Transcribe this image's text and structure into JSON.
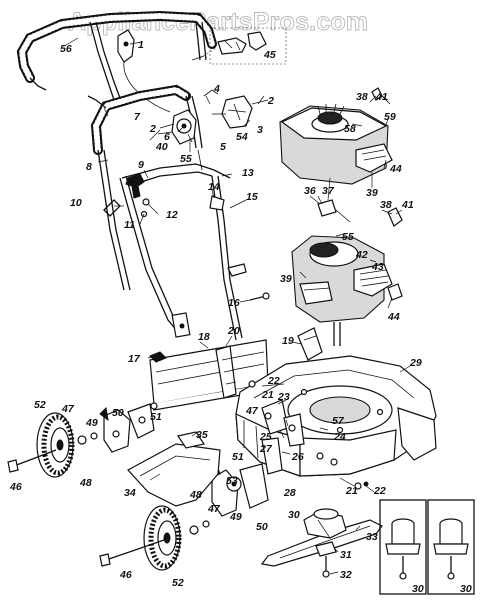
{
  "watermark": "AppliancePartsPros.com",
  "callouts": [
    {
      "id": "c1",
      "text": "1"
    },
    {
      "id": "c2a",
      "text": "2"
    },
    {
      "id": "c2b",
      "text": "2"
    },
    {
      "id": "c3",
      "text": "3"
    },
    {
      "id": "c4",
      "text": "4"
    },
    {
      "id": "c5",
      "text": "5"
    },
    {
      "id": "c6",
      "text": "6"
    },
    {
      "id": "c7",
      "text": "7"
    },
    {
      "id": "c8",
      "text": "8"
    },
    {
      "id": "c9",
      "text": "9"
    },
    {
      "id": "c10",
      "text": "10"
    },
    {
      "id": "c11",
      "text": "11"
    },
    {
      "id": "c12",
      "text": "12"
    },
    {
      "id": "c13",
      "text": "13"
    },
    {
      "id": "c14",
      "text": "14"
    },
    {
      "id": "c15",
      "text": "15"
    },
    {
      "id": "c16",
      "text": "16"
    },
    {
      "id": "c17",
      "text": "17"
    },
    {
      "id": "c18",
      "text": "18"
    },
    {
      "id": "c19",
      "text": "19"
    },
    {
      "id": "c20",
      "text": "20"
    },
    {
      "id": "c21",
      "text": "21"
    },
    {
      "id": "c22a",
      "text": "22"
    },
    {
      "id": "c22b",
      "text": "22"
    },
    {
      "id": "c23",
      "text": "23"
    },
    {
      "id": "c24",
      "text": "24"
    },
    {
      "id": "c25",
      "text": "25"
    },
    {
      "id": "c26",
      "text": "26"
    },
    {
      "id": "c27",
      "text": "27"
    },
    {
      "id": "c28",
      "text": "28"
    },
    {
      "id": "c29",
      "text": "29"
    },
    {
      "id": "c30a",
      "text": "30"
    },
    {
      "id": "c30b",
      "text": "30"
    },
    {
      "id": "c30c",
      "text": "30"
    },
    {
      "id": "c31",
      "text": "31"
    },
    {
      "id": "c32",
      "text": "32"
    },
    {
      "id": "c33",
      "text": "33"
    },
    {
      "id": "c34",
      "text": "34"
    },
    {
      "id": "c35",
      "text": "35"
    },
    {
      "id": "c36",
      "text": "36"
    },
    {
      "id": "c37",
      "text": "37"
    },
    {
      "id": "c38a",
      "text": "38"
    },
    {
      "id": "c38b",
      "text": "38"
    },
    {
      "id": "c39a",
      "text": "39"
    },
    {
      "id": "c39b",
      "text": "39"
    },
    {
      "id": "c40",
      "text": "40"
    },
    {
      "id": "c41a",
      "text": "41"
    },
    {
      "id": "c41b",
      "text": "41"
    },
    {
      "id": "c42",
      "text": "42"
    },
    {
      "id": "c43",
      "text": "43"
    },
    {
      "id": "c44a",
      "text": "44"
    },
    {
      "id": "c44b",
      "text": "44"
    },
    {
      "id": "c45",
      "text": "45"
    },
    {
      "id": "c46a",
      "text": "46"
    },
    {
      "id": "c46b",
      "text": "46"
    },
    {
      "id": "c47a",
      "text": "47"
    },
    {
      "id": "c47b",
      "text": "47"
    },
    {
      "id": "c47c",
      "text": "47"
    },
    {
      "id": "c48a",
      "text": "48"
    },
    {
      "id": "c48b",
      "text": "48"
    },
    {
      "id": "c49a",
      "text": "49"
    },
    {
      "id": "c49b",
      "text": "49"
    },
    {
      "id": "c50a",
      "text": "50"
    },
    {
      "id": "c50b",
      "text": "50"
    },
    {
      "id": "c51a",
      "text": "51"
    },
    {
      "id": "c51b",
      "text": "51"
    },
    {
      "id": "c52a",
      "text": "52"
    },
    {
      "id": "c52b",
      "text": "52"
    },
    {
      "id": "c53",
      "text": "53"
    },
    {
      "id": "c54",
      "text": "54"
    },
    {
      "id": "c55a",
      "text": "55"
    },
    {
      "id": "c55b",
      "text": "55"
    },
    {
      "id": "c56",
      "text": "56"
    },
    {
      "id": "c57",
      "text": "57"
    },
    {
      "id": "c58",
      "text": "58"
    },
    {
      "id": "c59",
      "text": "59"
    }
  ]
}
